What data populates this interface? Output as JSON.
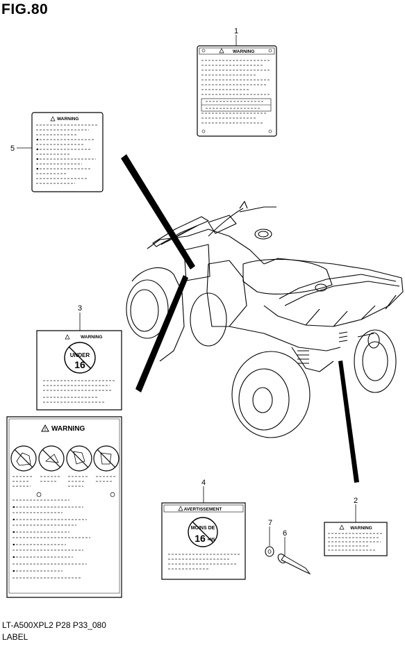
{
  "figure": {
    "title": "FIG.80",
    "model_code": "LT-A500XPL2 P28 P33_080",
    "section": "LABEL"
  },
  "callouts": [
    "1",
    "2",
    "3",
    "4",
    "5",
    "6",
    "7"
  ],
  "labels": {
    "warning": "WARNING",
    "avertissement": "AVERTISSEMENT",
    "under": "UNDER",
    "age_under": "16",
    "moins_de": "MOINS DE",
    "age_fr": "16",
    "ans": "ANS"
  },
  "colors": {
    "line": "#000000",
    "ink_grey": "#555555",
    "paper": "#ffffff"
  }
}
